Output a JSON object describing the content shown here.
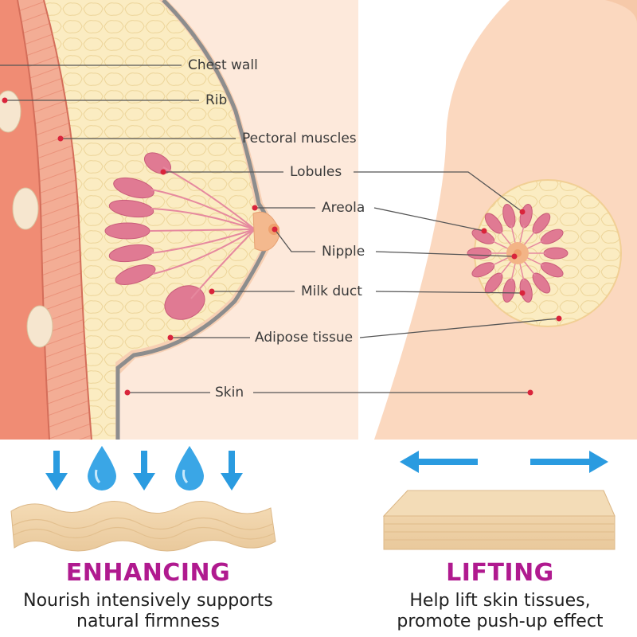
{
  "colors": {
    "skin": "#f9d8bf",
    "muscle": "#f1a48c",
    "adipose": "#fbecc2",
    "lobule": "#e07a93",
    "leader": "#d9243b",
    "arrow": "#2a9be0",
    "title": "#b01a8f"
  },
  "labels": {
    "chest_wall": "Chest wall",
    "rib": "Rib",
    "pectoral": "Pectoral muscles",
    "lobules": "Lobules",
    "areola": "Areola",
    "nipple": "Nipple",
    "milk_duct": "Milk duct",
    "adipose": "Adipose tissue",
    "skin": "Skin"
  },
  "enhancing": {
    "title": "ENHANCING",
    "line1": "Nourish intensively supports",
    "line2": "natural firmness",
    "icons": [
      "arrow-down-icon",
      "water-drop-icon",
      "arrow-down-icon",
      "water-drop-icon",
      "arrow-down-icon"
    ]
  },
  "lifting": {
    "title": "LIFTING",
    "line1": "Help lift skin tissues,",
    "line2": "promote push-up effect",
    "icons": [
      "arrow-left-icon",
      "arrow-right-icon"
    ]
  }
}
